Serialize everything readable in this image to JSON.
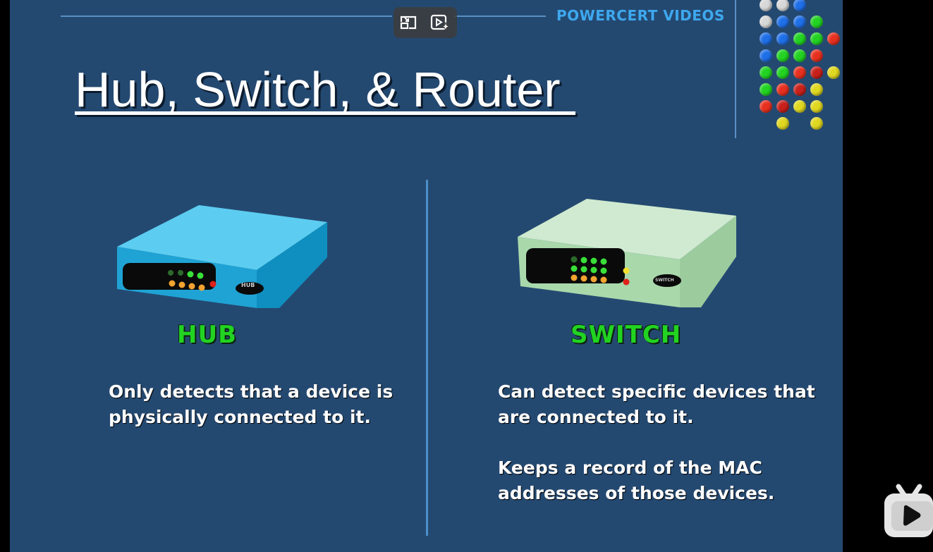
{
  "brand": "POWERCERT VIDEOS",
  "title": "Hub, Switch, & Router",
  "hub": {
    "label": "HUB",
    "description": [
      "Only detects that a device is",
      "physically connected to it."
    ],
    "device_badge": "HUB"
  },
  "switch": {
    "label": "SWITCH",
    "description1": [
      "Can detect specific devices that",
      "are connected to it."
    ],
    "description2": [
      "Keeps a record of the MAC",
      "addresses of those devices."
    ],
    "device_badge": "SWITCH"
  },
  "overlay": {
    "buttons": [
      {
        "icon": "exit-fullscreen-icon"
      },
      {
        "icon": "ai-video-icon"
      }
    ]
  },
  "colors": {
    "background": "#244971",
    "label_green": "#22d322",
    "brand_blue": "#3ea8ee",
    "hub_body": "#29a9d6",
    "switch_body": "#b4dcb0"
  }
}
